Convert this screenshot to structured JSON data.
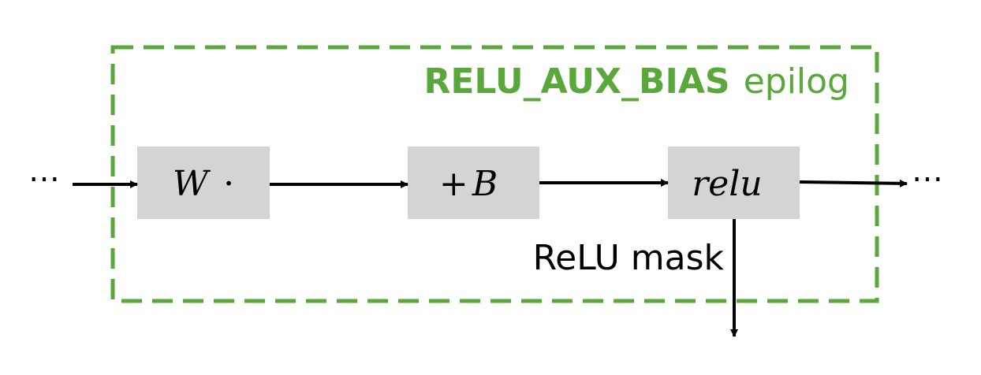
{
  "colors": {
    "accent": "#5aa83c",
    "box_fill": "#d4d4d4",
    "arrow": "#000000",
    "text": "#000000"
  },
  "epilog": {
    "title_bold": "RELU_AUX_BIAS",
    "title_suffix": "epilog"
  },
  "input_ellipsis": "⋯",
  "output_ellipsis": "⋯",
  "blocks": {
    "weight": {
      "symbol": "W",
      "operator": "·"
    },
    "bias": {
      "operator": "+",
      "symbol": "B"
    },
    "relu": {
      "label": "relu"
    }
  },
  "mask_label": "ReLU mask"
}
